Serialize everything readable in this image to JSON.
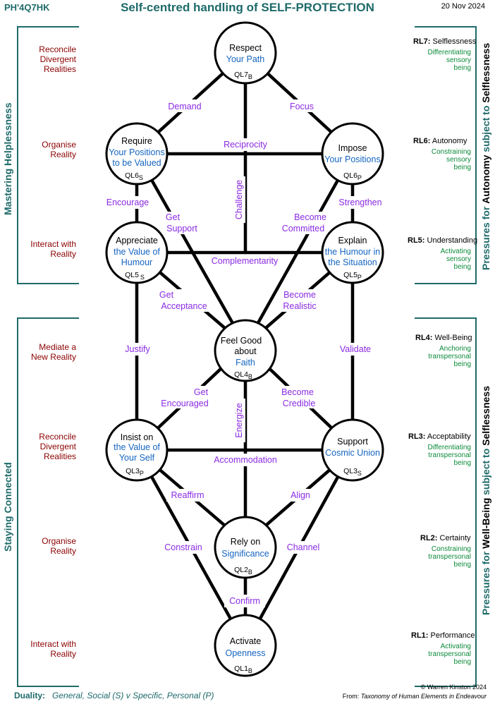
{
  "header": {
    "code": "PH'4Q7HK",
    "title": "Self-centred handling of SELF-PROTECTION",
    "date": "20 Nov 2024"
  },
  "left_sections": {
    "top": "Mastering Helplessness",
    "bottom": "Staying Connected"
  },
  "left_labels": [
    {
      "line1": "Reconcile",
      "line2": "Divergent",
      "line3": "Realities"
    },
    {
      "line1": "Organise",
      "line2": "Reality",
      "line3": ""
    },
    {
      "line1": "Interact with",
      "line2": "Reality",
      "line3": ""
    },
    {
      "line1": "Mediate a",
      "line2": "New Reality",
      "line3": ""
    },
    {
      "line1": "Reconcile",
      "line2": "Divergent",
      "line3": "Realities"
    },
    {
      "line1": "Organise",
      "line2": "Reality",
      "line3": ""
    },
    {
      "line1": "Interact with",
      "line2": "Reality",
      "line3": ""
    }
  ],
  "right_levels": [
    {
      "code": "RL7:",
      "name": "Selflessness",
      "d1": "Differentiating",
      "d2": "sensory",
      "d3": "being"
    },
    {
      "code": "RL6:",
      "name": "Autonomy",
      "d1": "Constraining",
      "d2": "sensory",
      "d3": "being"
    },
    {
      "code": "RL5:",
      "name": "Understanding",
      "d1": "Activating",
      "d2": "sensory",
      "d3": "being"
    },
    {
      "code": "RL4:",
      "name": "Well-Being",
      "d1": "Anchoring",
      "d2": "transpersonal",
      "d3": "being"
    },
    {
      "code": "RL3:",
      "name": "Acceptability",
      "d1": "Differentiating",
      "d2": "transpersonal",
      "d3": "being"
    },
    {
      "code": "RL2:",
      "name": "Certainty",
      "d1": "Constraining",
      "d2": "transpersonal",
      "d3": "being"
    },
    {
      "code": "RL1:",
      "name": "Performance",
      "d1": "Activating",
      "d2": "transpersonal",
      "d3": "being"
    }
  ],
  "right_sections": {
    "top": {
      "a": "Pressures for",
      "b": "Autonomy",
      "c": "subject to",
      "d": "Selflessness"
    },
    "bottom": {
      "a": "Pressures for",
      "b": "Well-Being",
      "c": "subject to",
      "d": "Selflessness"
    }
  },
  "nodes": {
    "ql7": {
      "title": "Respect",
      "sub1": "Your Path",
      "sub2": "",
      "code": "QL7",
      "sub": "B"
    },
    "ql6s": {
      "title": "Require",
      "sub1": "Your Positions",
      "sub2": "to be Valued",
      "code": "QL6",
      "sub": "S"
    },
    "ql6p": {
      "title": "Impose",
      "sub1": "Your Positions",
      "sub2": "",
      "code": "QL6",
      "sub": "P"
    },
    "ql5s": {
      "title": "Appreciate",
      "sub1": "the Value of",
      "sub2": "Humour",
      "code": "QL5",
      "sub": "S"
    },
    "ql5p": {
      "title": "Explain",
      "sub1": "the Humour in",
      "sub2": "the Situation",
      "code": "QL5",
      "sub": "P"
    },
    "ql4": {
      "title": "Feel Good",
      "title2": "about",
      "sub1": "Faith",
      "code": "QL4",
      "sub": "B"
    },
    "ql3p": {
      "title": "Insist on",
      "sub1": "the Value of",
      "sub2": "Your Self",
      "code": "QL3",
      "sub": "P"
    },
    "ql3s": {
      "title": "Support",
      "sub1": "Cosmic Union",
      "sub2": "",
      "code": "QL3",
      "sub": "S"
    },
    "ql2": {
      "title": "Rely on",
      "sub1": "Significance",
      "sub2": "",
      "code": "QL2",
      "sub": "B"
    },
    "ql1": {
      "title": "Activate",
      "sub1": "Openness",
      "sub2": "",
      "code": "QL1",
      "sub": "B"
    }
  },
  "edges": {
    "demand": "Demand",
    "focus": "Focus",
    "reciprocity": "Reciprocity",
    "challenge": "Challenge",
    "encourage": "Encourage",
    "get_support_1": "Get",
    "get_support_2": "Support",
    "become_committed_1": "Become",
    "become_committed_2": "Committed",
    "strengthen": "Strengthen",
    "complementarity": "Complementarity",
    "get_acceptance_1": "Get",
    "get_acceptance_2": "Acceptance",
    "become_realistic_1": "Become",
    "become_realistic_2": "Realistic",
    "justify": "Justify",
    "validate": "Validate",
    "get_encouraged_1": "Get",
    "get_encouraged_2": "Encouraged",
    "become_credible_1": "Become",
    "become_credible_2": "Credible",
    "energize": "Energize",
    "accommodation": "Accommodation",
    "reaffirm": "Reaffirm",
    "align": "Align",
    "constrain": "Constrain",
    "channel": "Channel",
    "confirm": "Confirm"
  },
  "footer": {
    "duality_label": "Duality:",
    "duality_text": "General, Social (S)  v  Specific, Personal (P)",
    "copyright": "© Warren Kinston  2024",
    "from_label": "From: ",
    "from_title": "Taxonomy of Human Elements in Endeavour"
  }
}
